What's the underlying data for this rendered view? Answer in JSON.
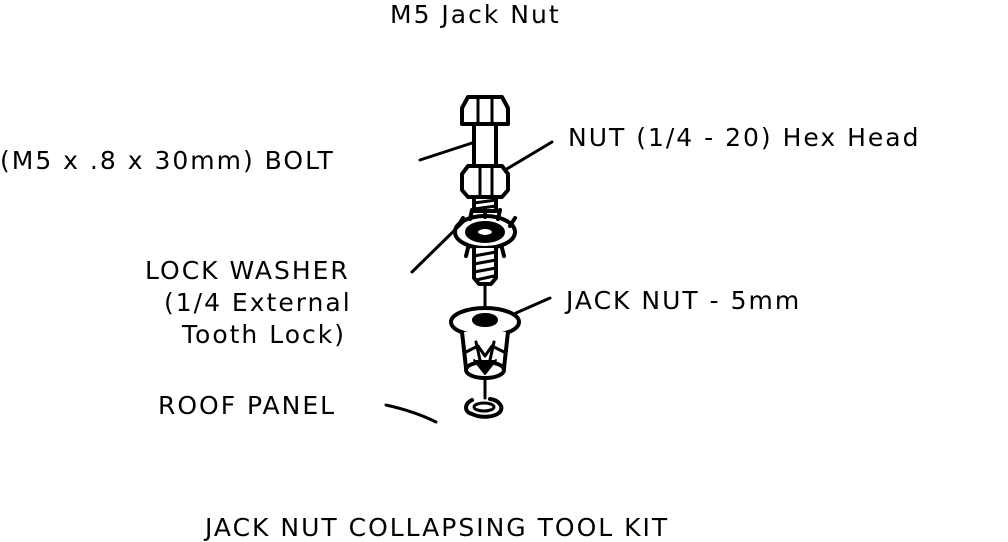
{
  "title": "M5 Jack Nut",
  "caption": "JACK NUT COLLAPSING TOOL KIT",
  "labels": {
    "bolt": "(M5 x .8 x 30mm) BOLT",
    "nut": "NUT (1/4 - 20) Hex Head",
    "lock_washer_line1": "LOCK WASHER",
    "lock_washer_line2": "(1/4 External",
    "lock_washer_line3": "Tooth Lock)",
    "jack_nut": "JACK NUT - 5mm",
    "roof_panel": "ROOF PANEL"
  },
  "colors": {
    "ink": "#000000",
    "paper": "#ffffff"
  }
}
